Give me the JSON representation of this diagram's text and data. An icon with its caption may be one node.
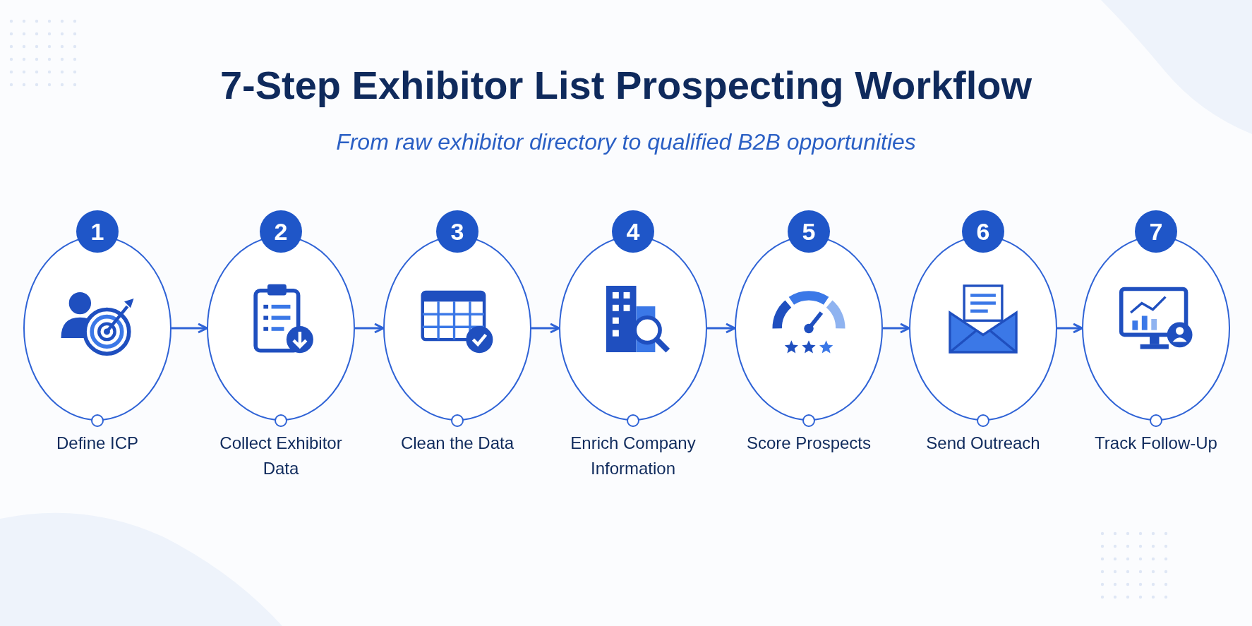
{
  "diagram": {
    "title": "7-Step Exhibitor List Prospecting Workflow",
    "nodes": [
      {
        "text": [
          "1",
          "Define ICP"
        ]
      },
      {
        "text": [
          "2",
          "Collect Exhibitor Data"
        ]
      },
      {
        "text": [
          "3",
          "Clean the Data"
        ]
      },
      {
        "text": [
          "4",
          "Enrich Company Information"
        ]
      },
      {
        "text": [
          "5",
          "Score Prospects"
        ]
      },
      {
        "text": [
          "6",
          "Send Outreach"
        ]
      },
      {
        "text": [
          "7",
          "Track Follow-Up"
        ]
      }
    ],
    "edges": [
      {
        "from": 0,
        "to": 1,
        "arrow": "to"
      },
      {
        "from": 1,
        "to": 2,
        "arrow": "to"
      },
      {
        "from": 2,
        "to": 3,
        "arrow": "to"
      },
      {
        "from": 3,
        "to": 4,
        "arrow": "to"
      },
      {
        "from": 4,
        "to": 5,
        "arrow": "to"
      },
      {
        "from": 5,
        "to": 6,
        "arrow": "to"
      }
    ],
    "labels": [
      "From raw exhibitor directory to qualified B2B opportunities"
    ]
  }
}
